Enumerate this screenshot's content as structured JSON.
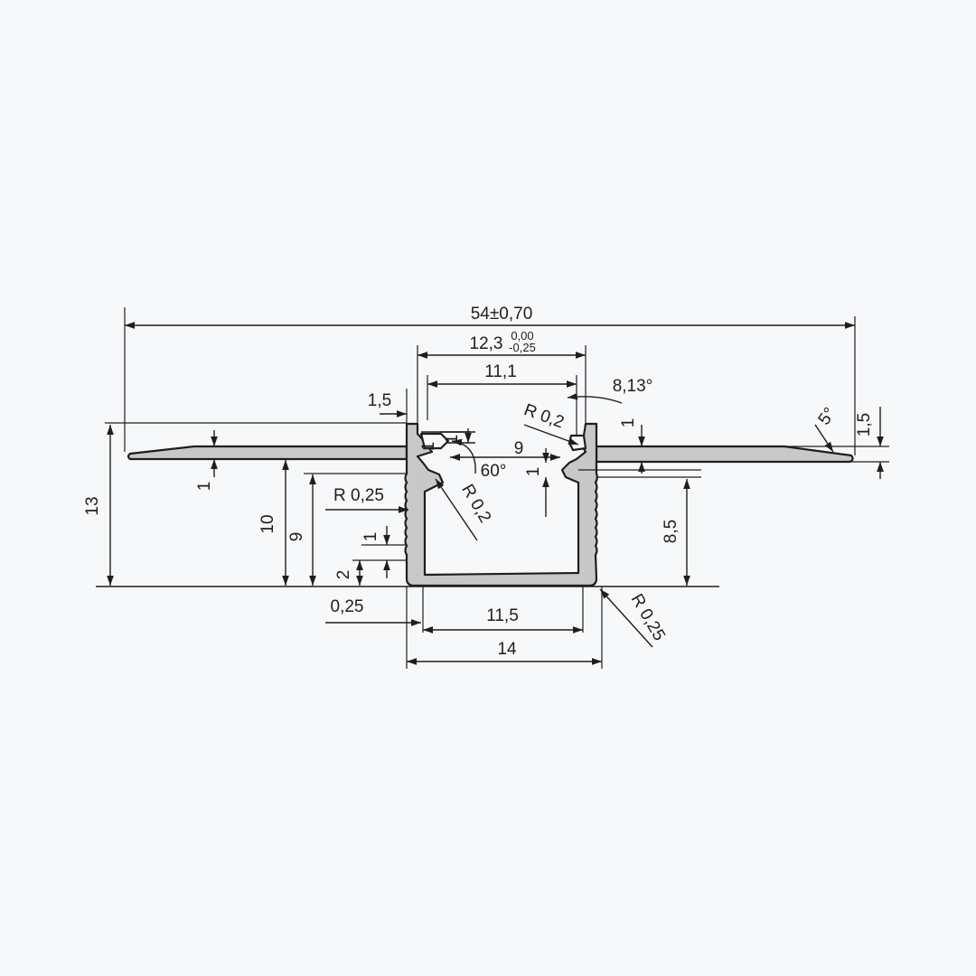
{
  "drawing": {
    "dimensions": {
      "overall_width": "54±0,70",
      "opening_width": "12,3",
      "opening_tol_upper": "0,00",
      "opening_tol_lower": "-0,25",
      "inner_top_width": "11,1",
      "draft_angle": "8,13°",
      "wall_thickness": "1,5",
      "lip_thickness": "1",
      "flange_thickness": "1",
      "radius_lip": "R 0,2",
      "lip_span": "9",
      "lip_angle": "60°",
      "radius_bottom_lip": "R 0,2",
      "radius_inner": "R 0,25",
      "total_height": "13",
      "height_10": "10",
      "height_9": "9",
      "rib_pitch": "1",
      "bottom_height": "2",
      "inner_offset": "0,25",
      "inner_bottom_width": "11,5",
      "outer_width": "14",
      "radius_corner": "R 0,25",
      "right_height": "8,5",
      "right_lip": "1",
      "right_flange": "1",
      "taper_angle": "5°",
      "right_thickness": "1,5"
    }
  }
}
